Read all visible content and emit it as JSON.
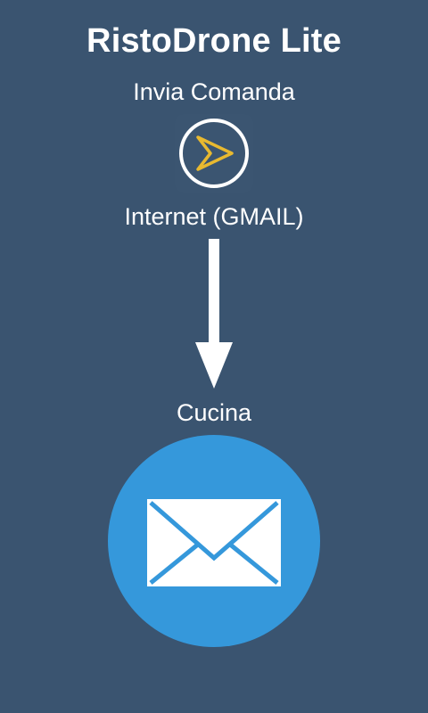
{
  "app": {
    "title": "RistoDrone Lite"
  },
  "send": {
    "label": "Invia Comanda",
    "icon": "send-arrow-icon"
  },
  "internet": {
    "label": "Internet (GMAIL)"
  },
  "kitchen": {
    "label": "Cucina",
    "icon": "envelope-icon"
  },
  "colors": {
    "background": "#3a5470",
    "send_accent": "#e8b930",
    "mail_circle": "#3598db",
    "text": "#ffffff"
  }
}
